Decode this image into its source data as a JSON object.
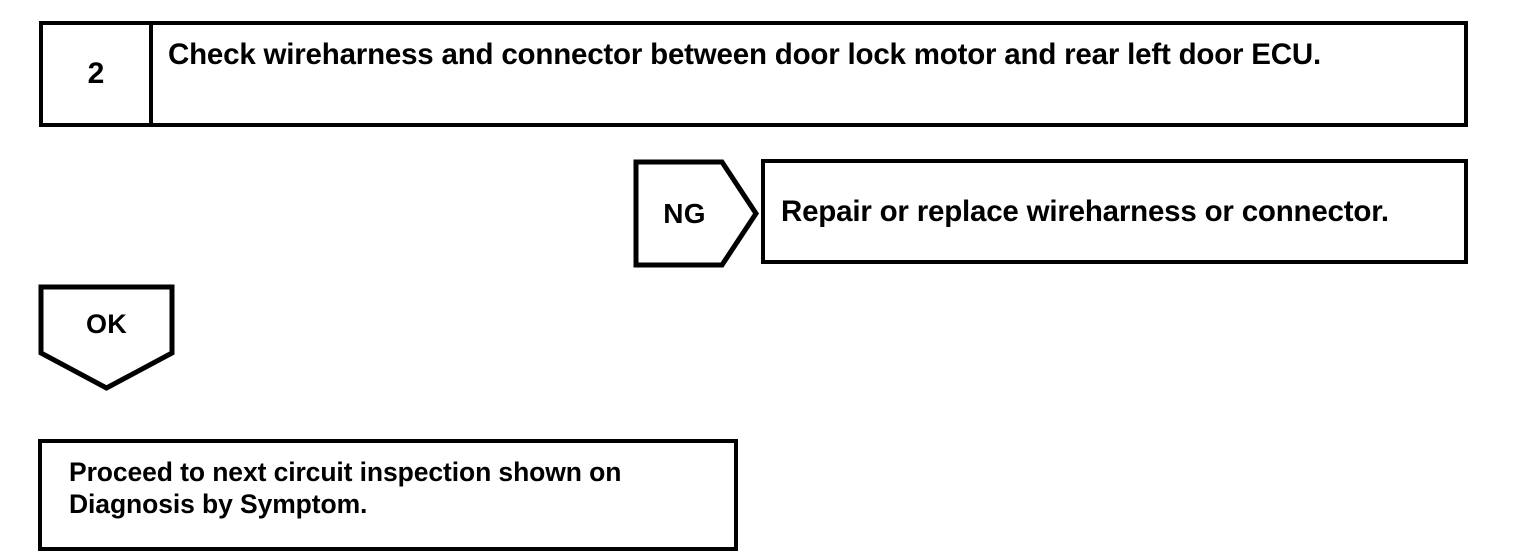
{
  "document": {
    "type": "troubleshooting-flowchart",
    "background_color": "#ffffff",
    "line_color": "#000000"
  },
  "step": {
    "number": "2",
    "instruction": "Check wireharness and connector between door lock motor and rear left door ECU."
  },
  "branches": {
    "ng": {
      "label": "NG",
      "marker_shape": "right-pointing-pentagon-arrow",
      "result_text": "Repair or replace wireharness or connector."
    },
    "ok": {
      "label": "OK",
      "marker_shape": "down-pointing-pentagon-arrow",
      "result_text": "Proceed to next circuit inspection shown on Diagnosis by Symptom."
    }
  }
}
